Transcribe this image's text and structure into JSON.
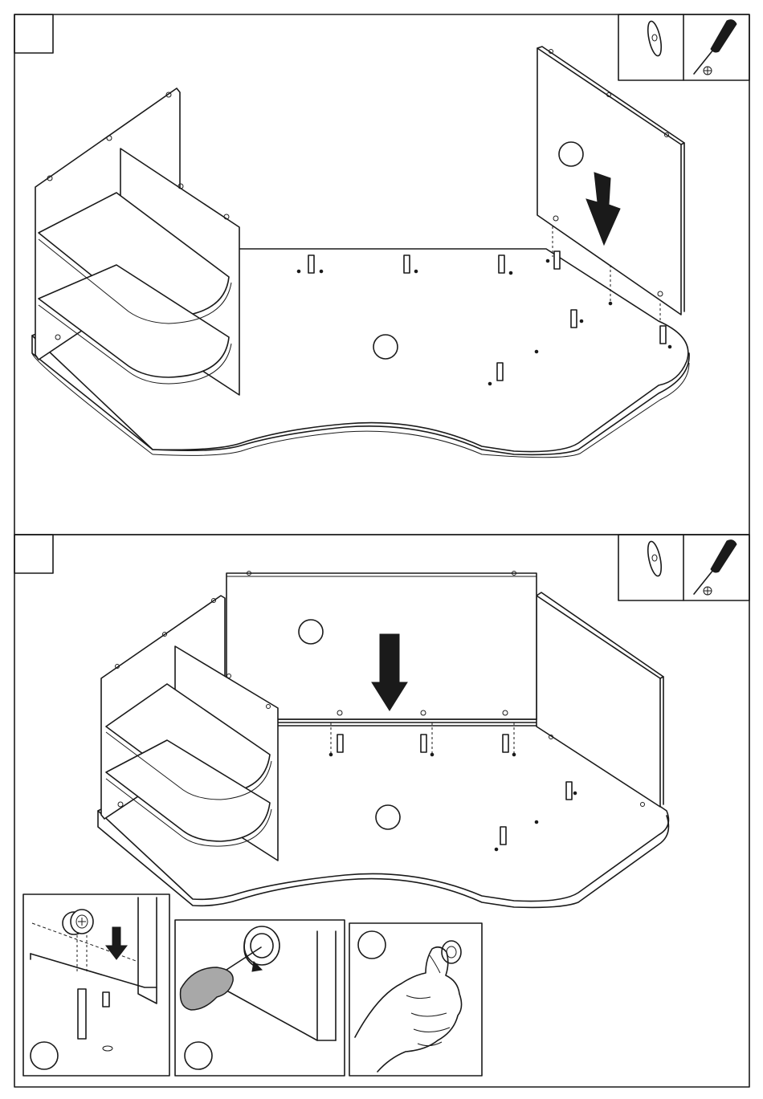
{
  "steps": [
    {
      "step_box": "",
      "tools": [
        "cam-lock-icon",
        "phillips-screwdriver-icon"
      ],
      "part_circles": [
        "",
        ""
      ]
    },
    {
      "step_box": "",
      "tools": [
        "cam-lock-icon",
        "phillips-screwdriver-icon"
      ],
      "part_circles": [
        "",
        ""
      ],
      "detail_insets": [
        {
          "name": "insert-cam-lock-detail",
          "circle": ""
        },
        {
          "name": "tighten-cam-with-screwdriver-detail",
          "circle": ""
        },
        {
          "name": "push-cam-by-hand-detail",
          "circle": ""
        }
      ]
    }
  ],
  "colors": {
    "line": "#1a1a1a",
    "screwdriver_handle": "#a8a8a8"
  }
}
